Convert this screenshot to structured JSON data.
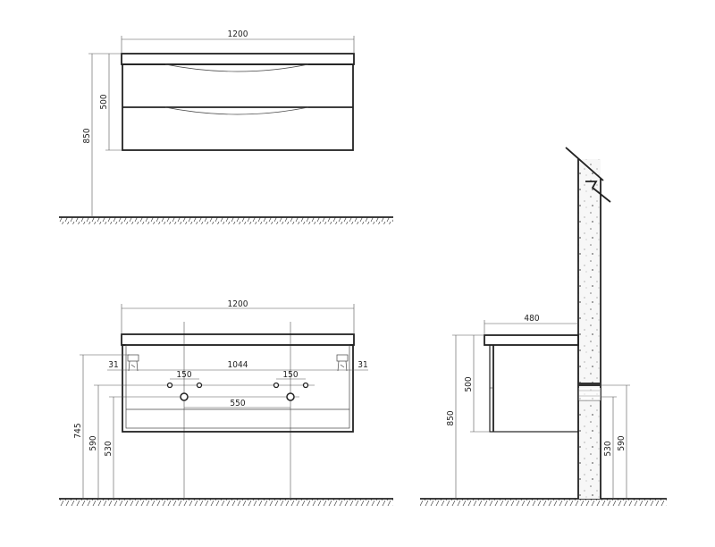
{
  "views": {
    "front_top": {
      "width_label": "1200",
      "body_height_label": "500",
      "total_height_label": "850"
    },
    "front_install": {
      "width_label": "1200",
      "edge_left_label": "31",
      "bracket_span_label": "1044",
      "edge_right_label": "31",
      "tap_left_label": "150",
      "tap_right_label": "150",
      "drain_span_label": "550",
      "bracket_height_label": "745",
      "supply_height_label": "590",
      "drain_height_label": "530"
    },
    "side": {
      "depth_label": "480",
      "body_height_label": "500",
      "total_height_label": "850",
      "drain_height_label": "530",
      "supply_height_label": "590"
    }
  },
  "colors": {
    "line": "#222222",
    "dimension": "#555555",
    "wall_fill": "#f4f4f4"
  }
}
